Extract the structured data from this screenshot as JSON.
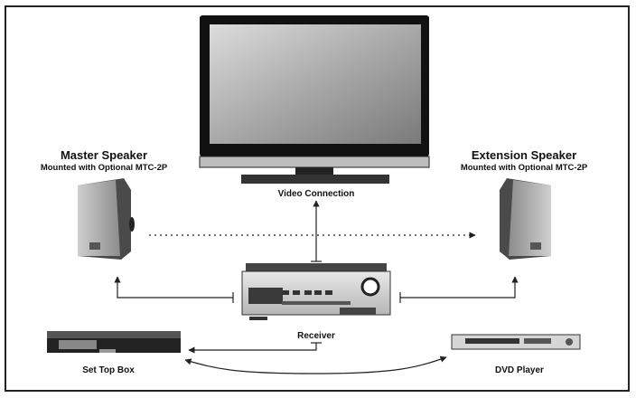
{
  "master_speaker": {
    "title": "Master Speaker",
    "subtitle": "Mounted with Optional MTC-2P"
  },
  "extension_speaker": {
    "title": "Extension Speaker",
    "subtitle": "Mounted with Optional MTC-2P"
  },
  "tv": {
    "label": "Video Connection"
  },
  "receiver": {
    "label": "Receiver"
  },
  "set_top_box": {
    "label": "Set Top Box"
  },
  "dvd_player": {
    "label": "DVD Player"
  },
  "colors": {
    "line": "#222222",
    "device_dark": "#1a1a1a",
    "device_mid": "#8a8a8a",
    "device_light": "#d9d9d9"
  }
}
